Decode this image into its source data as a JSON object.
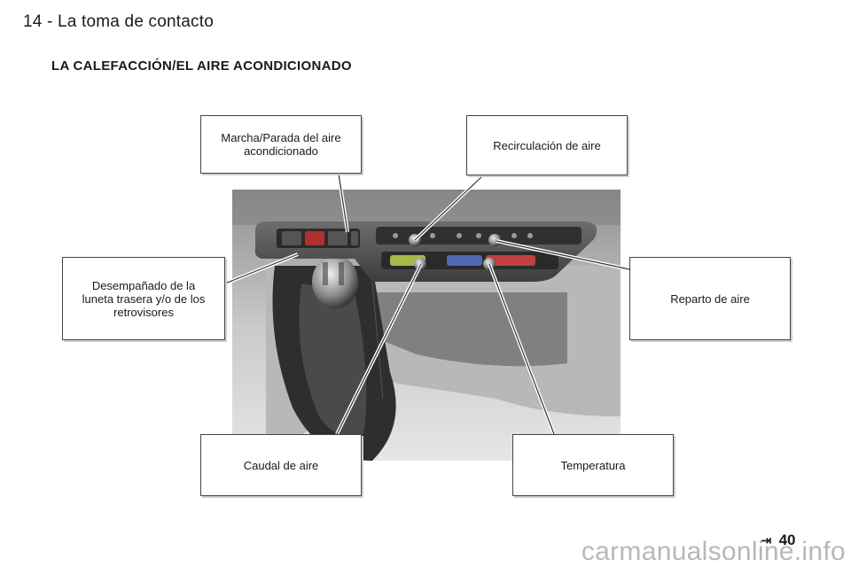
{
  "header": {
    "title": "14 - La toma de contacto"
  },
  "section": {
    "title": "LA CALEFACCIÓN/EL AIRE ACONDICIONADO"
  },
  "labels": {
    "ac_toggle": "Marcha/Parada del aire\nacondicionado",
    "recirculation": "Recirculación de aire",
    "demist": "Desempañado de la\nluneta trasera y/o de los\nretrovisores",
    "distribution": "Reparto de aire",
    "airflow": "Caudal de aire",
    "temperature": "Temperatura"
  },
  "footer": {
    "page_number": "40",
    "nav_icon": "skip-forward-icon",
    "watermark": "carmanualsonline.info"
  }
}
